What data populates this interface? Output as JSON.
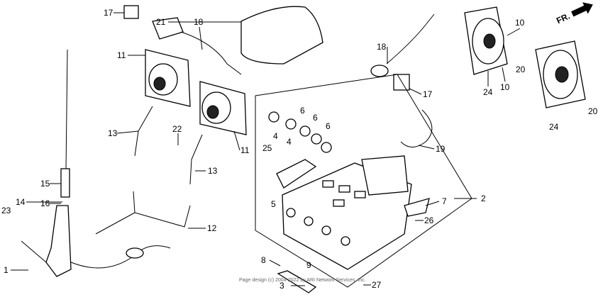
{
  "callouts": [
    "17",
    "18",
    "21",
    "11",
    "13",
    "22",
    "11",
    "13",
    "15",
    "14",
    "16",
    "23",
    "12",
    "1",
    "18",
    "17",
    "4",
    "4",
    "6",
    "6",
    "6",
    "19",
    "25",
    "5",
    "2",
    "7",
    "26",
    "8",
    "9",
    "3",
    "27",
    "10",
    "20",
    "24",
    "10",
    "20",
    "24"
  ],
  "direction_label": "FR.",
  "watermark": "Page design (c) 2004-2022 by ARI Network Services, Inc."
}
